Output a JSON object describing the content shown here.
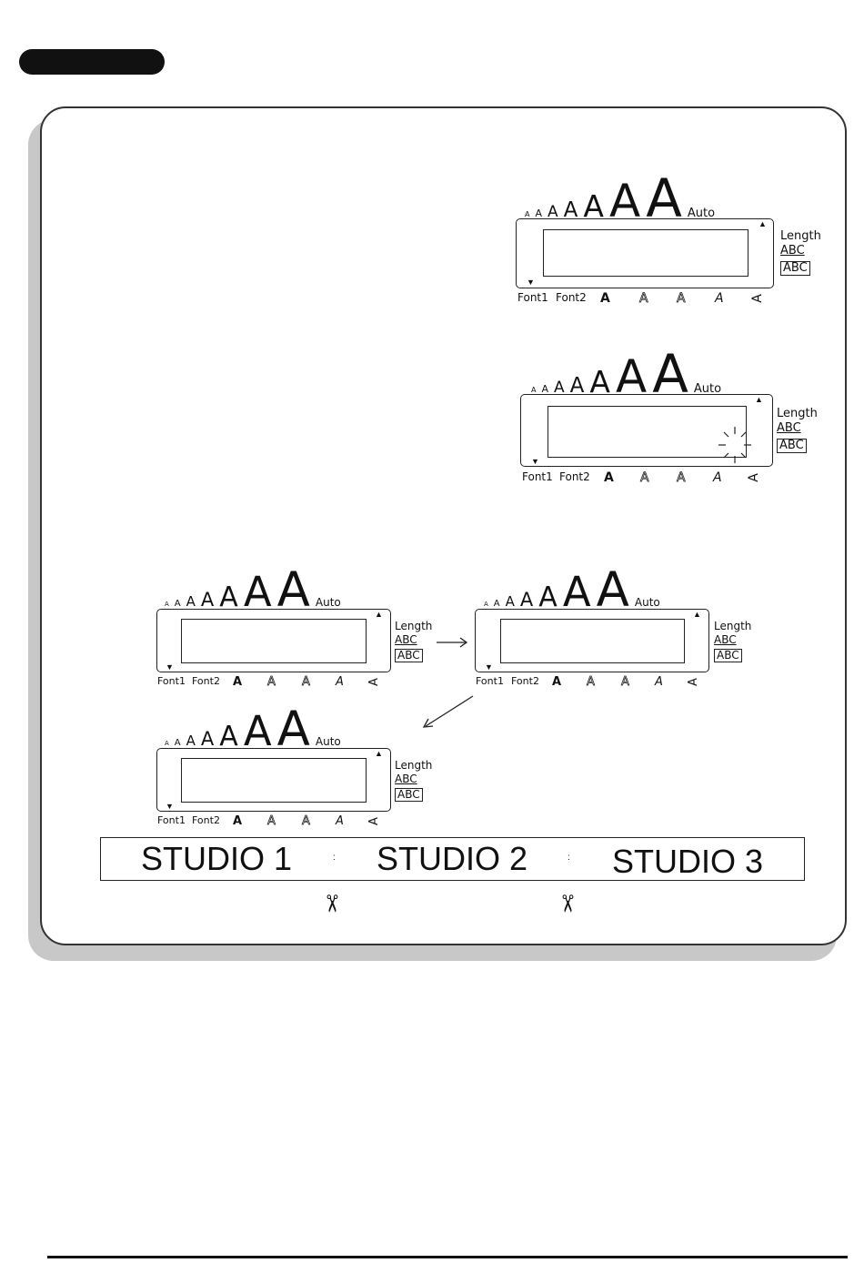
{
  "lcd": {
    "auto_label": "Auto",
    "size_letter": "A",
    "length_label": "Length",
    "abc_underline": "ABC",
    "abc_boxed": "ABC",
    "font1": "Font1",
    "font2": "Font2",
    "style_bold": "A",
    "style_outline": "A",
    "style_shadow": "A",
    "style_italic": "A",
    "style_vertical": "A",
    "up_indicator": "▲",
    "down_indicator": "▼"
  },
  "tape": {
    "segments": [
      "STUDIO 1",
      "STUDIO 2",
      "STUDIO 3"
    ],
    "separator": ":"
  },
  "icons": {
    "scissors": "✂",
    "arrow_right": "right-arrow-icon",
    "arrow_down_left": "down-left-arrow-icon"
  }
}
